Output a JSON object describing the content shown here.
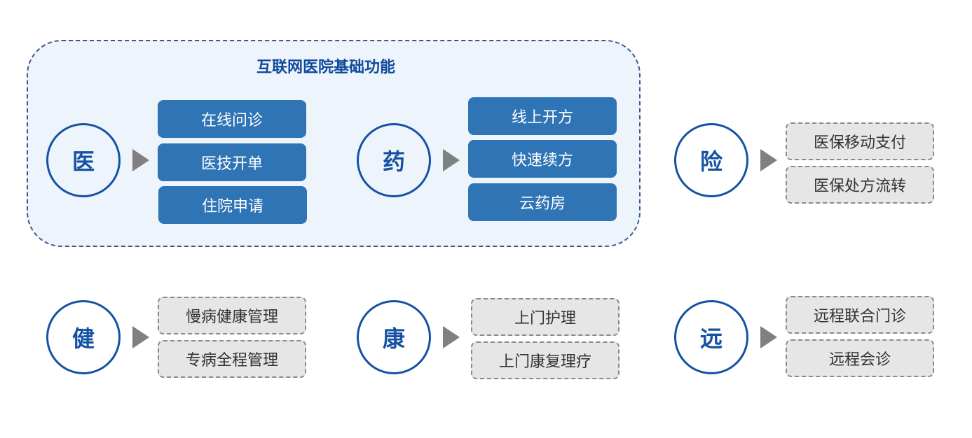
{
  "panel": {
    "title": "互联网医院基础功能"
  },
  "groups": [
    {
      "label": "医",
      "items": [
        "在线问诊",
        "医技开单",
        "住院申请"
      ]
    },
    {
      "label": "药",
      "items": [
        "线上开方",
        "快速续方",
        "云药房"
      ]
    },
    {
      "label": "险",
      "items": [
        "医保移动支付",
        "医保处方流转"
      ]
    },
    {
      "label": "健",
      "items": [
        "慢病健康管理",
        "专病全程管理"
      ]
    },
    {
      "label": "康",
      "items": [
        "上门护理",
        "上门康复理疗"
      ]
    },
    {
      "label": "远",
      "items": [
        "远程联合门诊",
        "远程会诊"
      ]
    }
  ],
  "colors": {
    "accent": "#1552a3",
    "solid_box": "#2f74b5",
    "dashed_box": "#e6e6e6",
    "arrow": "#808080"
  }
}
